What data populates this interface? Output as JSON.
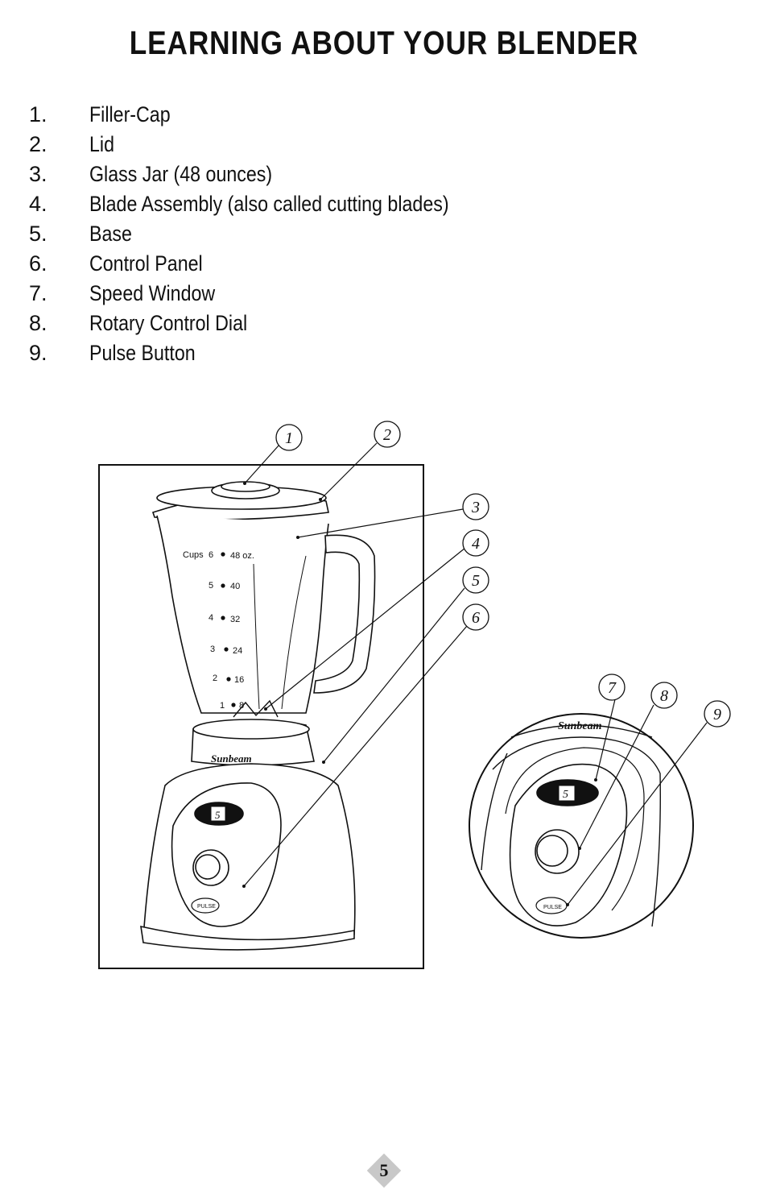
{
  "title": "LEARNING ABOUT YOUR BLENDER",
  "parts": [
    {
      "num": "1.",
      "label": "Filler-Cap"
    },
    {
      "num": "2.",
      "label": "Lid"
    },
    {
      "num": "3.",
      "label": "Glass Jar (48 ounces)"
    },
    {
      "num": "4.",
      "label": "Blade Assembly (also called cutting blades)"
    },
    {
      "num": "5.",
      "label": "Base"
    },
    {
      "num": "6.",
      "label": "Control Panel"
    },
    {
      "num": "7.",
      "label": "Speed Window"
    },
    {
      "num": "8.",
      "label": "Rotary Control Dial"
    },
    {
      "num": "9.",
      "label": "Pulse Button"
    }
  ],
  "diagram": {
    "callouts": [
      "1",
      "2",
      "3",
      "4",
      "5",
      "6",
      "7",
      "8",
      "9"
    ],
    "jar_markings": {
      "cups_label": "Cups",
      "cups": [
        "6",
        "5",
        "4",
        "3",
        "2",
        "1"
      ],
      "ounces": [
        "48 oz.",
        "40",
        "32",
        "24",
        "16",
        "8"
      ]
    },
    "brand": "Sunbeam",
    "speed_display": "5",
    "pulse_label": "PULSE"
  },
  "page_number": "5"
}
